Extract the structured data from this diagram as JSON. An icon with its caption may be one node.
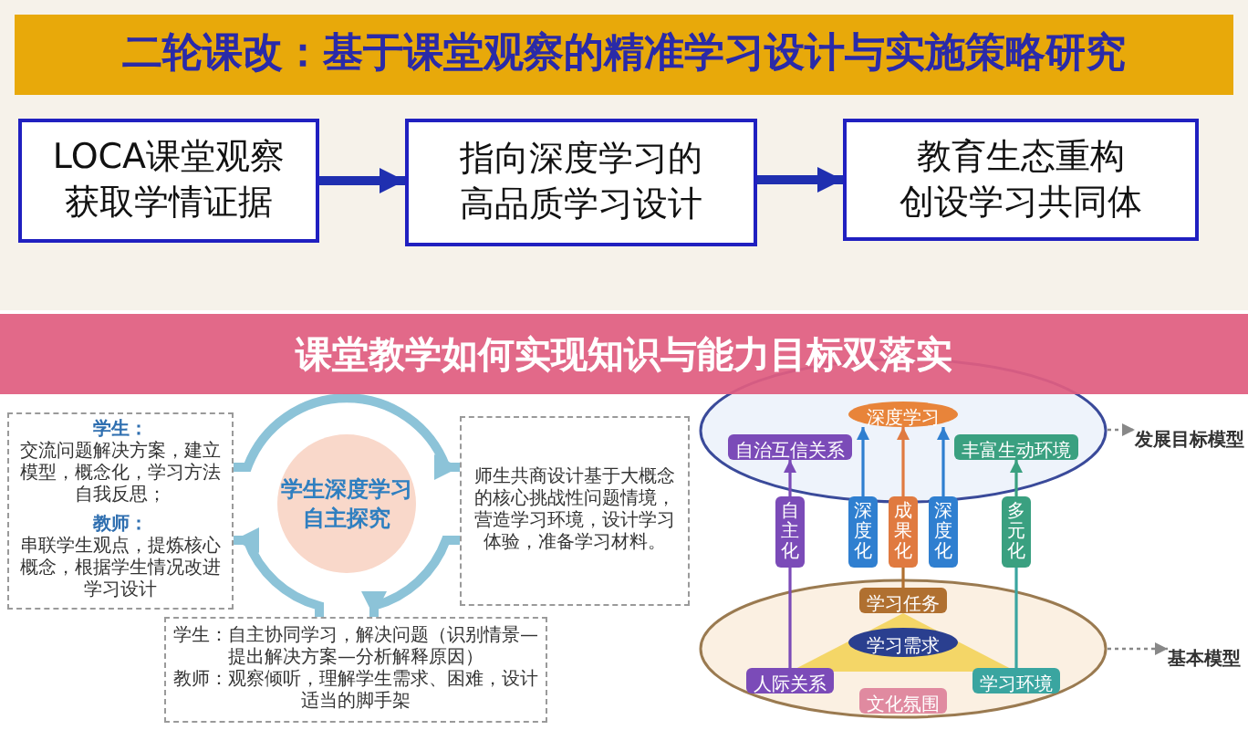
{
  "diagram": {
    "title": "二轮课改：基于课堂观察的精准学习设计与实施策略研究",
    "nodes": [
      {
        "text": [
          "LOCA课堂观察获取学情证据"
        ]
      },
      {
        "text": [
          "指向深度学习的高品质学习设计"
        ]
      },
      {
        "text": [
          "教育生态重构",
          "创设学习共同体"
        ]
      },
      {
        "text": [
          "学生：",
          "交流问题解决方案，建立模型，概念化，学习方法自我反思；",
          "教师：",
          "串联学生观点，提炼核心概念，根据学生情况改进学习设计"
        ]
      },
      {
        "text": [
          "学生深度学习",
          "自主探究"
        ]
      },
      {
        "text": [
          "师生共商设计基于大概念的核心挑战性问题情境，营造学习环境，设计学习体验，准备学习材料。"
        ]
      },
      {
        "text": [
          "学生：自主协同学习，解决问题（识别情景—提出解决方案—分析解释原因）",
          "教师：观察倾听，理解学生需求、困难，设计适当的脚手架"
        ]
      },
      {
        "text": [],
        "shape": "ellipse"
      },
      {
        "text": [
          "深度学习"
        ],
        "in": 7
      },
      {
        "text": [
          "自治互信关系"
        ],
        "in": 7
      },
      {
        "text": [
          "丰富生动环境"
        ],
        "in": 7
      },
      {
        "text": [
          "发展目标模型"
        ]
      },
      {
        "text": [
          "自主化"
        ]
      },
      {
        "text": [
          "深度化"
        ]
      },
      {
        "text": [
          "成果化"
        ]
      },
      {
        "text": [
          "深度化"
        ]
      },
      {
        "text": [
          "多元化"
        ]
      },
      {
        "text": [],
        "shape": "ellipse"
      },
      {
        "text": [
          "学习任务"
        ],
        "in": 17
      },
      {
        "text": [
          "学习需求"
        ],
        "in": 17
      },
      {
        "text": [
          "人际关系"
        ],
        "in": 17
      },
      {
        "text": [
          "学习环境"
        ],
        "in": 17
      },
      {
        "text": [
          "文化氛围"
        ],
        "in": 17
      },
      {
        "text": [
          "基本模型"
        ]
      }
    ],
    "edges": [
      {
        "from": 0,
        "to": 1,
        "arrow": "to",
        "style": "thick",
        "color": "#1f2fb0"
      },
      {
        "from": 1,
        "to": 2,
        "arrow": "to",
        "style": "thick",
        "color": "#1f2fb0"
      },
      {
        "from": 3,
        "to": 5,
        "arrow": "to",
        "style": "thick",
        "color": "#8cc3d8"
      },
      {
        "from": 5,
        "to": 6,
        "arrow": "to",
        "style": "thick",
        "color": "#8cc3d8"
      },
      {
        "from": 6,
        "to": 3,
        "arrow": "to",
        "style": "thick",
        "color": "#8cc3d8"
      },
      {
        "from": 12,
        "to": 9,
        "arrow": "to",
        "color": "#7b4bb8"
      },
      {
        "from": 13,
        "to": 8,
        "arrow": "to",
        "color": "#2f7fd0"
      },
      {
        "from": 14,
        "to": 8,
        "arrow": "to",
        "color": "#e07a40"
      },
      {
        "from": 15,
        "to": 8,
        "arrow": "to",
        "color": "#2f7fd0"
      },
      {
        "from": 16,
        "to": 10,
        "arrow": "to",
        "color": "#3aa080"
      },
      {
        "from": 20,
        "to": 12,
        "arrow": "none",
        "color": "#7b4bb8"
      },
      {
        "from": 18,
        "to": 14,
        "arrow": "none",
        "color": "#b07030"
      },
      {
        "from": 21,
        "to": 16,
        "arrow": "none",
        "color": "#3aa5a0"
      },
      {
        "from": 7,
        "to": 11,
        "arrow": "to",
        "style": "dashed",
        "color": "#888888"
      },
      {
        "from": 17,
        "to": 23,
        "arrow": "to",
        "style": "dashed",
        "color": "#888888"
      }
    ],
    "labels": [
      "课堂教学如何实现知识与能力目标双落实"
    ]
  }
}
